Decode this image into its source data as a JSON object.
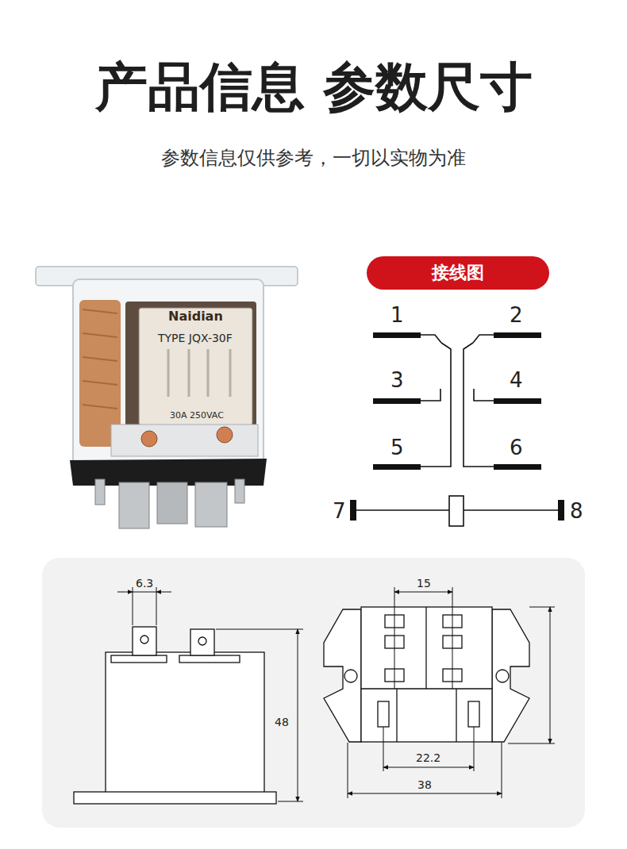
{
  "diagram": {
    "title": "产品信息 参数尺寸",
    "nodes": [
      {
        "text": [
          "接线图"
        ]
      }
    ],
    "labels": [
      "参数信息仅供参考，一切以实物为准",
      "Naidian",
      "TYPE JQX-30F",
      "30A 250VAC",
      "1",
      "2",
      "3",
      "4",
      "5",
      "6",
      "7",
      "8",
      "6.3",
      "48",
      "15",
      "22.2",
      "38"
    ]
  }
}
